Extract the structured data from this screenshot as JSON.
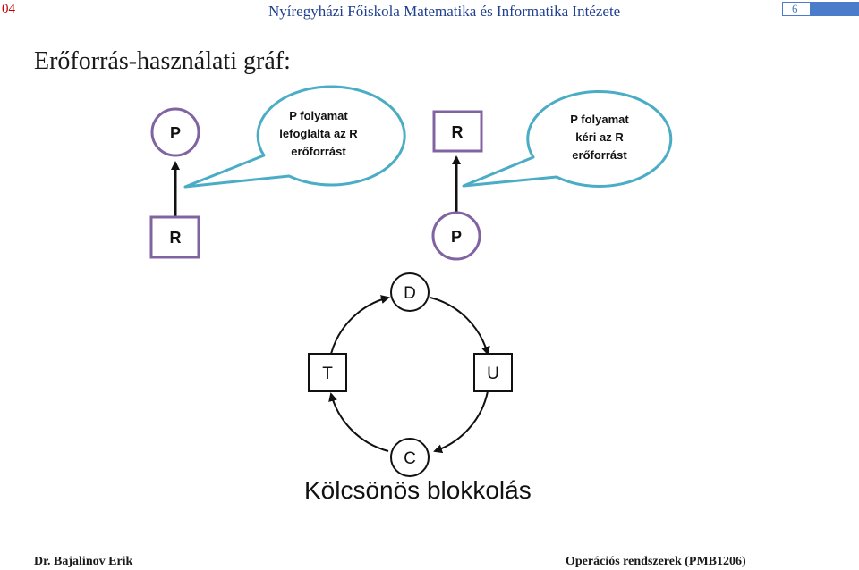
{
  "header": {
    "slide_code": "04",
    "institution": "Nyíregyházi Főiskola Matematika és Informatika Intézete",
    "page_number": "6"
  },
  "heading": "Erőforrás-használati gráf:",
  "diagram_left": {
    "process_label": "P",
    "resource_label": "R",
    "bubble_lines": [
      "P folyamat",
      "lefoglalta az R",
      "erőforrást"
    ]
  },
  "diagram_right": {
    "process_label": "P",
    "resource_label": "R",
    "bubble_lines": [
      "P folyamat",
      "kéri az R",
      "erőforrást"
    ]
  },
  "deadlock_cycle": {
    "process_d": "D",
    "resource_u": "U",
    "process_c": "C",
    "resource_t": "T",
    "caption": "Kölcsönös blokkolás"
  },
  "footer": {
    "author": "Dr. Bajalinov Erik",
    "course": "Operációs rendszerek (PMB1206)"
  },
  "colors": {
    "node_border": "#8064a2",
    "bubble_border": "#4bacc6",
    "header_text": "#1f3f8f",
    "slide_code": "#c00000",
    "badge": "#4a7cc9"
  }
}
